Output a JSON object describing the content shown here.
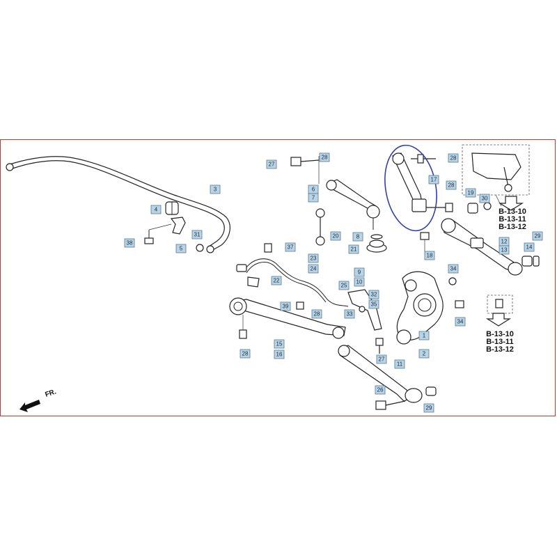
{
  "colors": {
    "frame_border": "#c0392b",
    "highlight": "#2f3fb0",
    "callout_fill": "#b8d4e6"
  },
  "direction_label": "FR.",
  "ref_groups": [
    {
      "lines": [
        "B-13-10",
        "B-13-11",
        "B-13-12"
      ]
    },
    {
      "lines": [
        "B-13-10",
        "B-13-11",
        "B-13-12"
      ]
    }
  ],
  "callouts": [
    "27",
    "6",
    "7",
    "3",
    "4",
    "5",
    "38",
    "31",
    "20",
    "8",
    "21",
    "37",
    "23",
    "24",
    "22",
    "9",
    "10",
    "39",
    "28",
    "25",
    "32",
    "33",
    "35",
    "1",
    "2",
    "15",
    "16",
    "28",
    "27",
    "11",
    "26",
    "29",
    "28",
    "17",
    "28",
    "19",
    "30",
    "12",
    "13",
    "14",
    "29",
    "18",
    "34",
    "34",
    "28"
  ]
}
